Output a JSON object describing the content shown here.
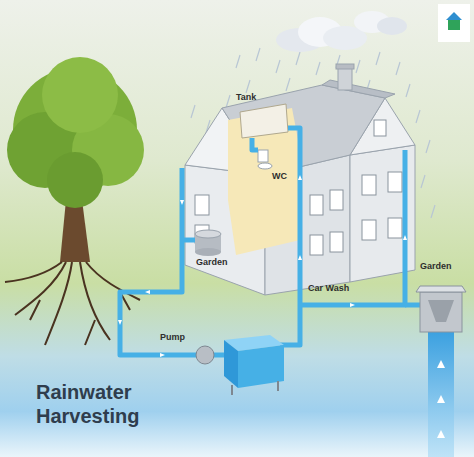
{
  "diagram": {
    "title": "Rainwater Harvesting",
    "labels": [
      "Tank",
      "WC",
      "Garden",
      "Pump",
      "Car Wash",
      "Garden"
    ]
  }
}
